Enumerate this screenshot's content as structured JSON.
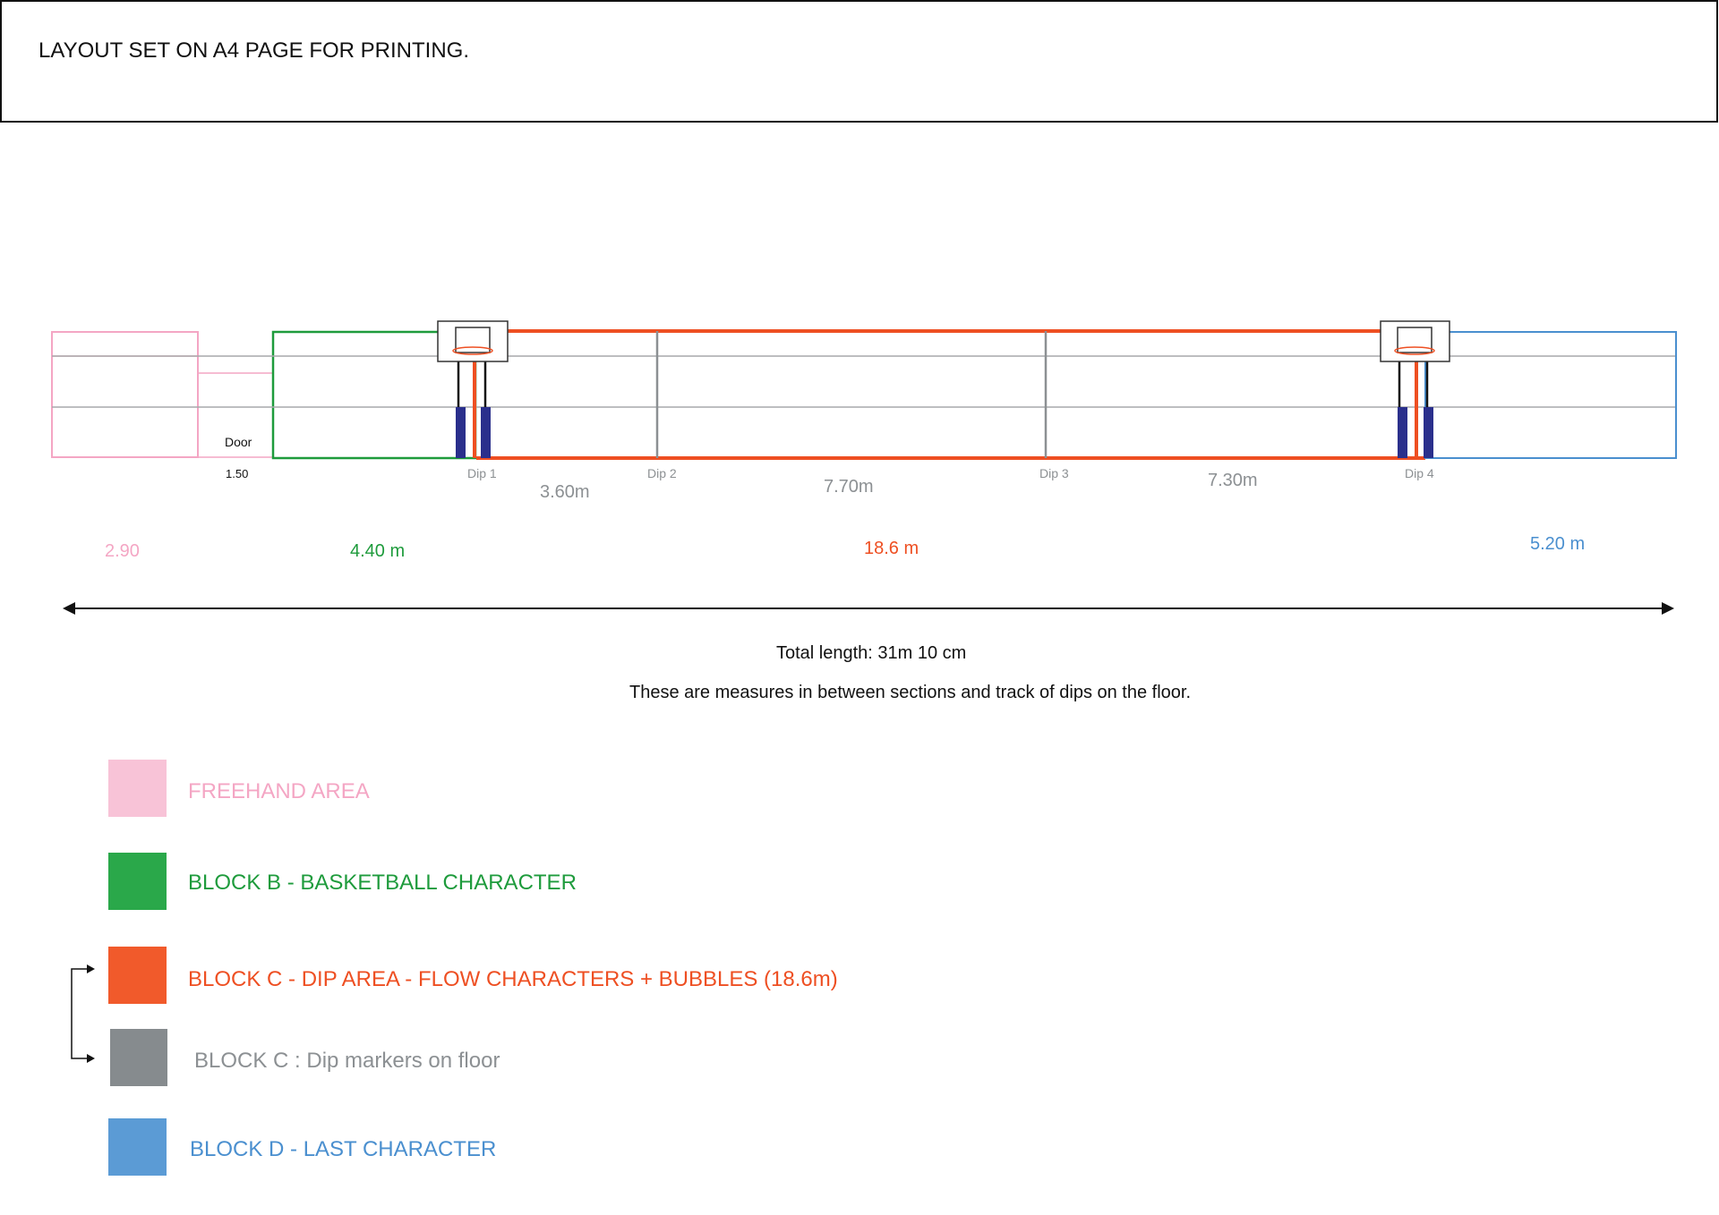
{
  "header": {
    "title": "LAYOUT SET ON A4 PAGE FOR PRINTING."
  },
  "colors": {
    "pink": "#f4a6c4",
    "pink_fill": "#f8c3d7",
    "green": "#1e9b3c",
    "green_fill": "#2aa84a",
    "orange": "#ee4f22",
    "orange_fill": "#f15a2b",
    "grey": "#8c9093",
    "grey_fill": "#868b8e",
    "blue": "#4a8fcf",
    "blue_fill": "#5b9bd5",
    "navy": "#2a2f8c",
    "dark": "#111111"
  },
  "plan": {
    "door_label": "Door",
    "door_width": "1.50",
    "dips": [
      "Dip 1",
      "Dip 2",
      "Dip 3",
      "Dip 4"
    ],
    "segments": [
      "3.60m",
      "7.70m",
      "7.30m"
    ],
    "blocks": {
      "freehand": "2.90",
      "basketball": "4.40 m",
      "dip_area": "18.6 m",
      "last": "5.20 m"
    }
  },
  "total_length": "Total length: 31m 10 cm",
  "note": "These are measures in between sections and track of dips on the floor.",
  "legend": [
    {
      "label": "FREEHAND AREA",
      "color": "#f8c3d7",
      "text_color": "#f4a6c4"
    },
    {
      "label": "BLOCK B - BASKETBALL CHARACTER",
      "color": "#2aa84a",
      "text_color": "#1e9b3c"
    },
    {
      "label": "BLOCK C - DIP AREA - FLOW CHARACTERS + BUBBLES (18.6m)",
      "color": "#f15a2b",
      "text_color": "#ee4f22"
    },
    {
      "label": "BLOCK C : Dip markers on floor",
      "color": "#868b8e",
      "text_color": "#8c9093"
    },
    {
      "label": "BLOCK D - LAST CHARACTER",
      "color": "#5b9bd5",
      "text_color": "#4a8fcf"
    }
  ]
}
